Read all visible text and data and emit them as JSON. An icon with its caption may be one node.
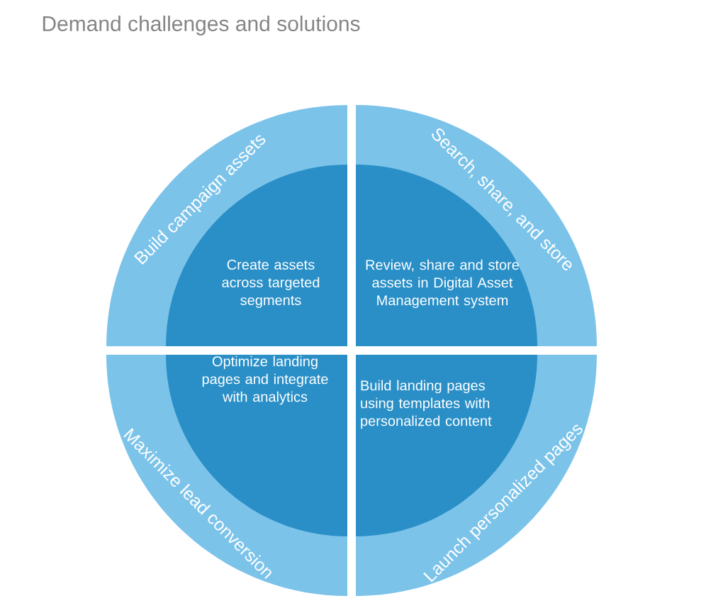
{
  "diagram": {
    "title": "Demand challenges and solutions",
    "nodes": [
      {
        "text": [
          "Build campaign assets"
        ]
      },
      {
        "text": [
          "Create assets across targeted segments"
        ],
        "in": 0
      },
      {
        "text": [
          "Search, share, and store"
        ]
      },
      {
        "text": [
          "Review, share and store assets in Digital Asset Management system"
        ],
        "in": 2
      },
      {
        "text": [
          "Maximize lead conversion"
        ]
      },
      {
        "text": [
          "Optimize landing pages and integrate with analytics"
        ],
        "in": 4
      },
      {
        "text": [
          "Launch personalized pages"
        ]
      },
      {
        "text": [
          "Build landing pages using templates with personalized content"
        ],
        "in": 6
      }
    ]
  }
}
